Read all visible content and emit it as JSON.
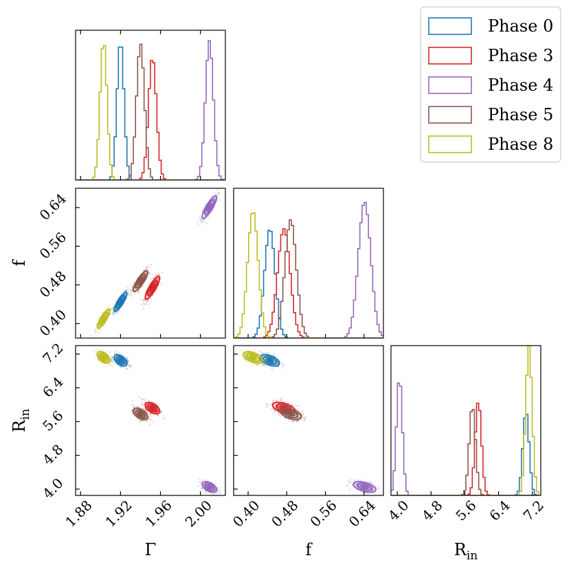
{
  "chart_data": {
    "type": "corner",
    "parameters": [
      {
        "key": "gamma",
        "label": "Γ",
        "sub": "",
        "range": [
          1.875,
          2.025
        ],
        "ticks": [
          1.88,
          1.92,
          1.96,
          2.0
        ],
        "tick_labels": [
          "1.88",
          "1.92",
          "1.96",
          "2.00"
        ]
      },
      {
        "key": "f",
        "label": "f",
        "sub": "",
        "range": [
          0.37,
          0.68
        ],
        "ticks": [
          0.4,
          0.48,
          0.56,
          0.64
        ],
        "tick_labels": [
          "0.40",
          "0.48",
          "0.56",
          "0.64"
        ]
      },
      {
        "key": "rin",
        "label": "R",
        "sub": "in",
        "range": [
          3.85,
          7.4
        ],
        "ticks": [
          4.0,
          4.8,
          5.6,
          6.4,
          7.2
        ],
        "tick_labels": [
          "4.0",
          "4.8",
          "5.6",
          "6.4",
          "7.2"
        ]
      }
    ],
    "series": [
      {
        "name": "Phase 0",
        "color": "#1f77b4",
        "mean": [
          1.92,
          0.445,
          7.05
        ],
        "sd": [
          0.0035,
          0.011,
          0.075
        ],
        "corr": [
          0.85,
          -0.5,
          -0.5
        ],
        "peak": [
          0.93,
          0.73,
          0.56
        ]
      },
      {
        "name": "Phase 3",
        "color": "#d62728",
        "mean": [
          1.952,
          0.474,
          5.92
        ],
        "sd": [
          0.004,
          0.013,
          0.075
        ],
        "corr": [
          0.85,
          -0.5,
          -0.5
        ],
        "peak": [
          0.82,
          0.73,
          0.63
        ]
      },
      {
        "name": "Phase 4",
        "color": "#9467bd",
        "mean": [
          2.009,
          0.641,
          4.05
        ],
        "sd": [
          0.004,
          0.013,
          0.07
        ],
        "corr": [
          0.85,
          -0.5,
          -0.5
        ],
        "peak": [
          0.93,
          0.91,
          0.79
        ]
      },
      {
        "name": "Phase 5",
        "color": "#8c564b",
        "mean": [
          1.94,
          0.488,
          5.78
        ],
        "sd": [
          0.004,
          0.012,
          0.075
        ],
        "corr": [
          0.85,
          -0.5,
          -0.5
        ],
        "peak": [
          0.91,
          0.79,
          0.6
        ]
      },
      {
        "name": "Phase 8",
        "color": "#bcbd22",
        "mean": [
          1.903,
          0.41,
          7.12
        ],
        "sd": [
          0.0035,
          0.011,
          0.075
        ],
        "corr": [
          0.85,
          -0.5,
          -0.5
        ],
        "peak": [
          0.93,
          0.85,
          1.0
        ]
      }
    ],
    "legend_position": "top-right"
  }
}
